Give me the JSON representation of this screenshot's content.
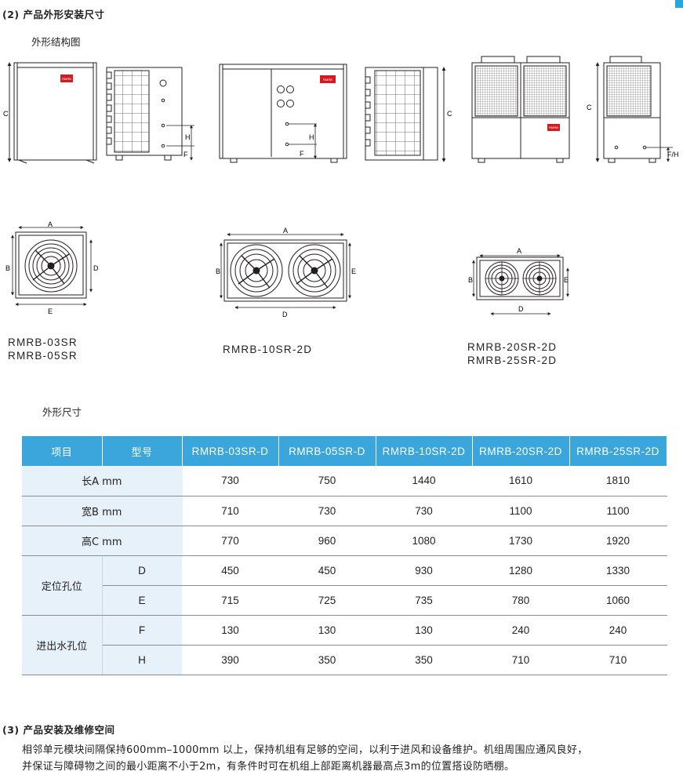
{
  "section2_title": "(2) 产品外形安装尺寸",
  "drawing_caption": "外形结构图",
  "dim_labels": {
    "A": "A",
    "B": "B",
    "C": "C",
    "D": "D",
    "E": "E",
    "F": "F",
    "H": "H",
    "FH": "F/H"
  },
  "brand_badge": "RMRB",
  "models": {
    "small_1": "RMRB-03SR",
    "small_2": "RMRB-05SR",
    "medium": "RMRB-10SR-2D",
    "large_1": "RMRB-20SR-2D",
    "large_2": "RMRB-25SR-2D"
  },
  "table_caption": "外形尺寸",
  "table": {
    "header_item": "项目",
    "header_model": "型号",
    "columns": [
      "RMRB-03SR-D",
      "RMRB-05SR-D",
      "RMRB-10SR-2D",
      "RMRB-20SR-2D",
      "RMRB-25SR-2D"
    ],
    "rows": [
      {
        "label": "长A mm",
        "values": [
          "730",
          "750",
          "1440",
          "1610",
          "1810"
        ]
      },
      {
        "label": "宽B mm",
        "values": [
          "710",
          "730",
          "730",
          "1100",
          "1100"
        ]
      },
      {
        "label": "高C mm",
        "values": [
          "770",
          "960",
          "1080",
          "1730",
          "1920"
        ]
      }
    ],
    "groups": [
      {
        "label": "定位孔位",
        "rows": [
          {
            "sub": "D",
            "values": [
              "450",
              "450",
              "930",
              "1280",
              "1330"
            ]
          },
          {
            "sub": "E",
            "values": [
              "715",
              "725",
              "735",
              "780",
              "1060"
            ]
          }
        ]
      },
      {
        "label": "进出水孔位",
        "rows": [
          {
            "sub": "F",
            "values": [
              "130",
              "130",
              "130",
              "240",
              "240"
            ]
          },
          {
            "sub": "H",
            "values": [
              "390",
              "350",
              "350",
              "710",
              "710"
            ]
          }
        ]
      }
    ]
  },
  "section3_title": "(3) 产品安装及维修空间",
  "section3_line1": "相邻单元模块间隔保持600mm–1000mm 以上，保持机组有足够的空间，以利于进风和设备维护。机组周围应通风良好，",
  "section3_line2": "并保证与障碍物之间的最小距离不小于2m，有条件时可在机组上部距离机器最高点3m的位置搭设防晒棚。",
  "colors": {
    "accent": "#3aa6db",
    "row_label_bg": "#e6f1f9",
    "badge": "#d71920"
  }
}
